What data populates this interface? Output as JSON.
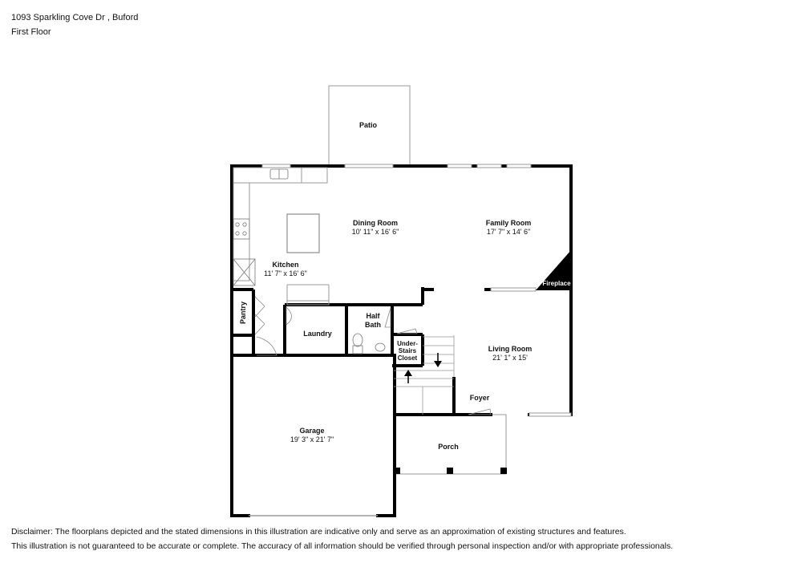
{
  "header": {
    "address": "1093 Sparkling Cove Dr , Buford",
    "floor": "First Floor"
  },
  "rooms": {
    "patio": {
      "name": "Patio"
    },
    "dining": {
      "name": "Dining Room",
      "dims": "10' 11\" x 16' 6\""
    },
    "family": {
      "name": "Family Room",
      "dims": "17' 7\" x 14' 6\""
    },
    "kitchen": {
      "name": "Kitchen",
      "dims": "11' 7\" x 16' 6\""
    },
    "fireplace": {
      "name": "Fireplace"
    },
    "pantry": {
      "name": "Pantry"
    },
    "laundry": {
      "name": "Laundry"
    },
    "half_bath": {
      "name_line1": "Half",
      "name_line2": "Bath"
    },
    "closet": {
      "line1": "Under-",
      "line2": "Stairs",
      "line3": "Closet"
    },
    "living": {
      "name": "Living Room",
      "dims": "21' 1\" x 15'"
    },
    "foyer": {
      "name": "Foyer"
    },
    "garage": {
      "name": "Garage",
      "dims": "19' 3\" x 21' 7\""
    },
    "porch": {
      "name": "Porch"
    }
  },
  "disclaimer": {
    "line1": "Disclaimer: The floorplans depicted and the stated dimensions in this illustration are indicative only and serve as an approximation of existing structures and features.",
    "line2": "This illustration is not guaranteed to be accurate or complete. The accuracy of all information should be verified through personal inspection and/or with appropriate professionals."
  },
  "colors": {
    "wall": "#000000",
    "thin_line": "#888888",
    "background": "#ffffff"
  }
}
